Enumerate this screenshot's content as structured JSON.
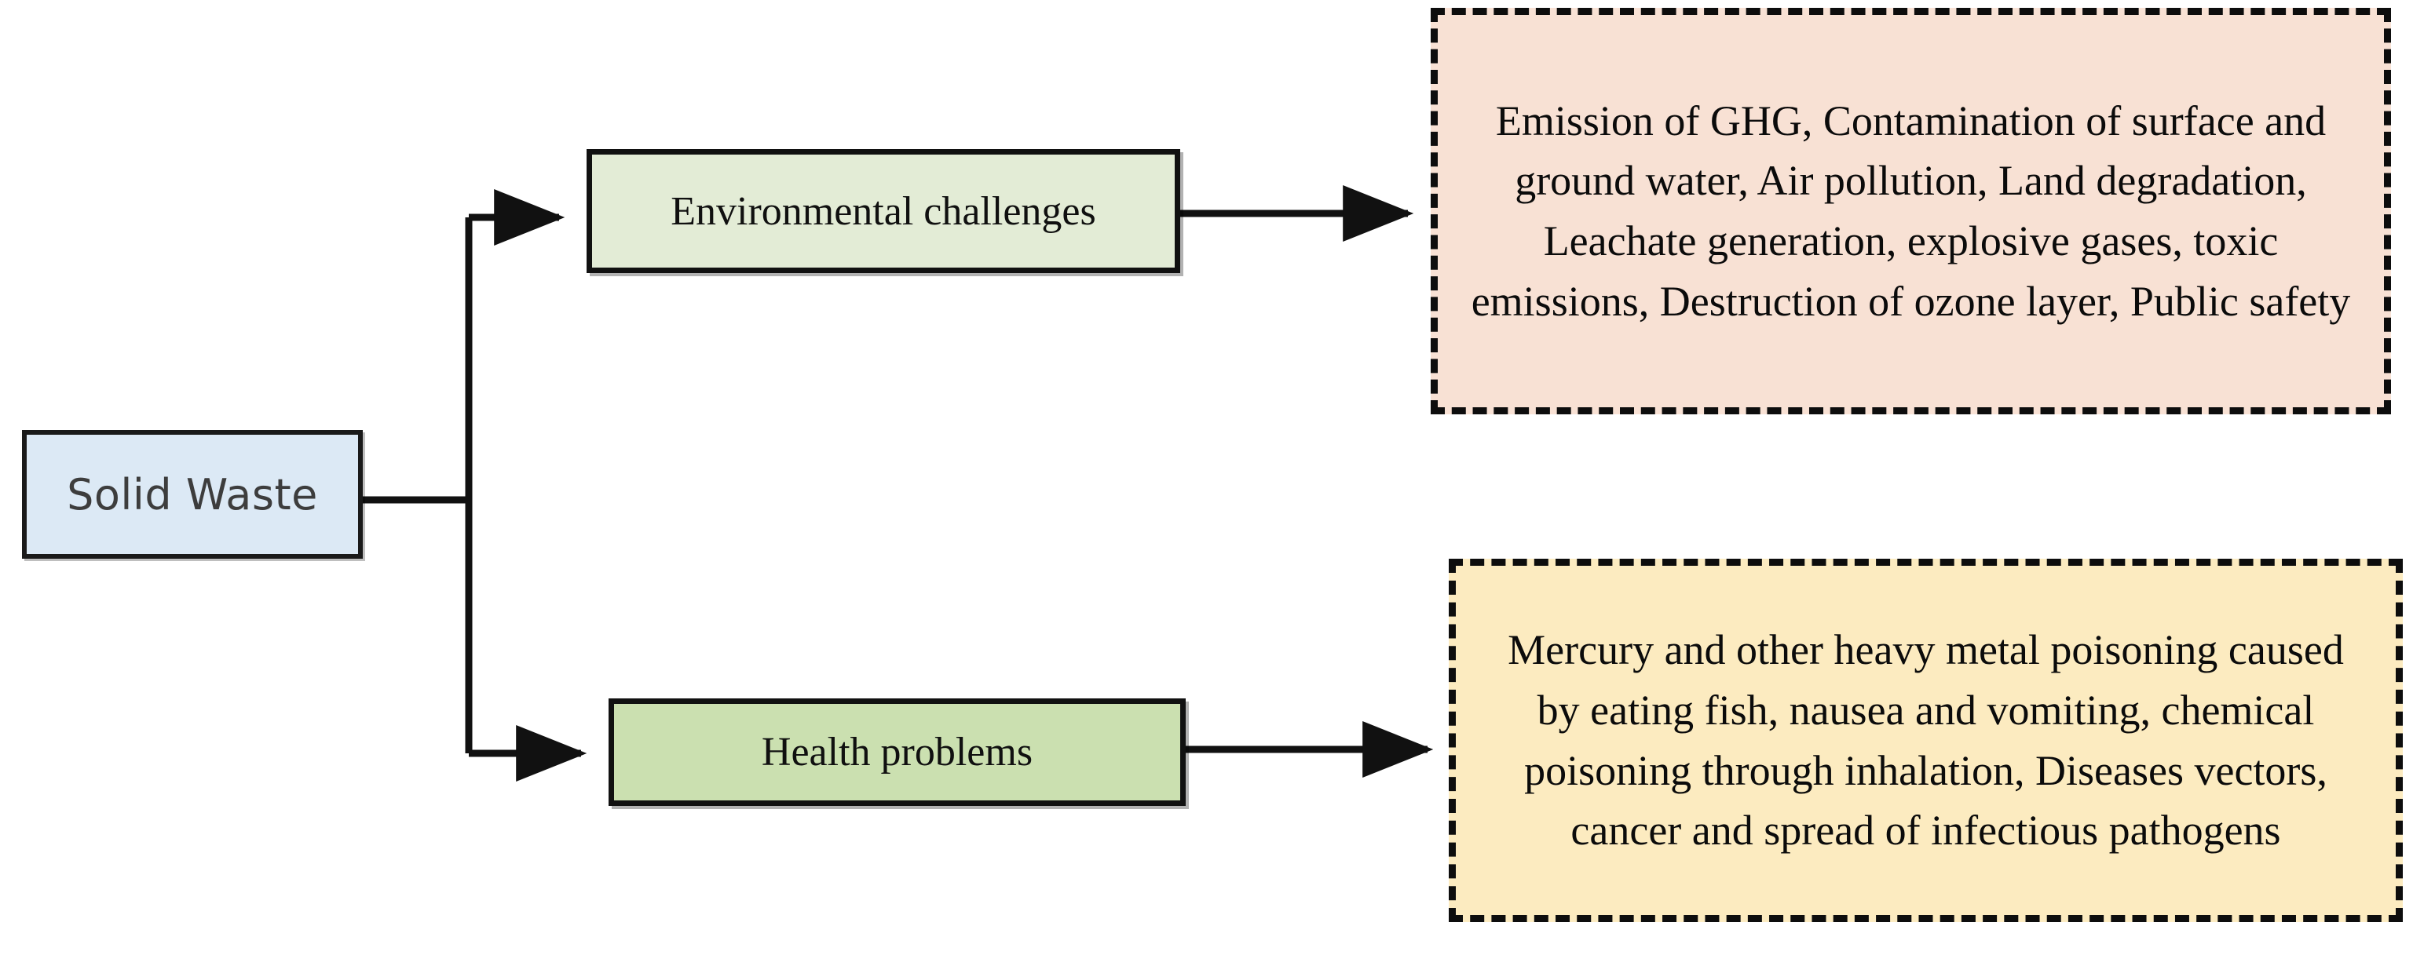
{
  "diagram": {
    "title": "Solid Waste environmental and health impacts flowchart",
    "type": "flowchart",
    "orientation": "left-to-right",
    "colors": {
      "source_fill": "#DCE9F5",
      "environmental_node_fill": "#E3ECD6",
      "health_node_fill": "#CBE0B0",
      "environmental_detail_fill": "#F8E1D4",
      "health_detail_fill": "#FCEBC0",
      "stroke": "#111111"
    }
  },
  "nodes": {
    "source": {
      "label": "Solid Waste"
    },
    "environmental_challenges": {
      "label": "Environmental challenges"
    },
    "health_problems": {
      "label": "Health problems"
    },
    "environmental_details": {
      "text": "Emission of GHG, Contamination of surface and ground water, Air pollution, Land degradation, Leachate generation, explosive gases, toxic emissions, Destruction of ozone layer, Public safety"
    },
    "health_details": {
      "text": "Mercury and other heavy metal poisoning caused by eating fish, nausea and vomiting, chemical poisoning through inhalation, Diseases vectors, cancer and spread of infectious pathogens"
    }
  },
  "edges": [
    {
      "id": "source-to-environmental",
      "from": "Solid Waste",
      "to": "Environmental challenges",
      "style": "elbow-arrow"
    },
    {
      "id": "source-to-health",
      "from": "Solid Waste",
      "to": "Health problems",
      "style": "elbow-arrow"
    },
    {
      "id": "environmental-to-details",
      "from": "Environmental challenges",
      "to": "Emission of GHG, Contamination of surface and ground water, Air pollution, Land degradation, Leachate generation, explosive gases, toxic emissions, Destruction of ozone layer, Public safety",
      "style": "straight-arrow"
    },
    {
      "id": "health-to-details",
      "from": "Health problems",
      "to": "Mercury and other heavy metal poisoning caused by eating fish, nausea and vomiting, chemical poisoning through inhalation, Diseases vectors, cancer and spread of infectious pathogens",
      "style": "straight-arrow"
    }
  ]
}
